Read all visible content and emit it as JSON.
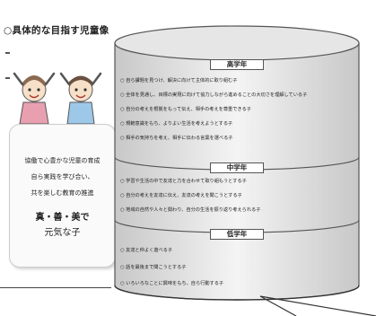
{
  "title": "○具体的な目指す児童像",
  "motto": {
    "line1": "協働で心豊かな児童の育成",
    "line2": "自ら実践を学び合い、",
    "line3": "共を楽しむ教育の推進",
    "line4": "真・善・美で",
    "line5": "元気な子"
  },
  "sections": [
    {
      "heading": "高学年",
      "items": [
        "○ 自ら課題を見つけ、解決に向けて主体的に取り組む子",
        "○ 全体を見通し、目標の実現に向けて協力しながら進めることの大切さを理解している子",
        "○ 自分の考えを根拠をもって伝え、相手の考えを尊重できる子",
        "○ 規範意識をもち、よりよい生活を考えようとする子",
        "○ 相手の気持ちを考え、相手に伝わる言葉を選べる子"
      ]
    },
    {
      "heading": "中学年",
      "items": [
        "○ 学習や生活の中で友達と力を合わせて取り組もうとする子",
        "○ 自分の考えを友達に伝え、友達の考えを聞こうとする子",
        "○ 地域の自然や人々と関わり、自分の生活を振り返り考えられる子"
      ]
    },
    {
      "heading": "低学年",
      "items": [
        "○ 友達と仲よく遊べる子",
        "○ 話を最後まで聞こうとする子",
        "○ いろいろなことに興味をもち、自ら行動する子"
      ]
    }
  ],
  "colors": {
    "cylinder_shade": "#dcdcdc",
    "cylinder_light": "#ffffff",
    "outline": "#555555"
  }
}
